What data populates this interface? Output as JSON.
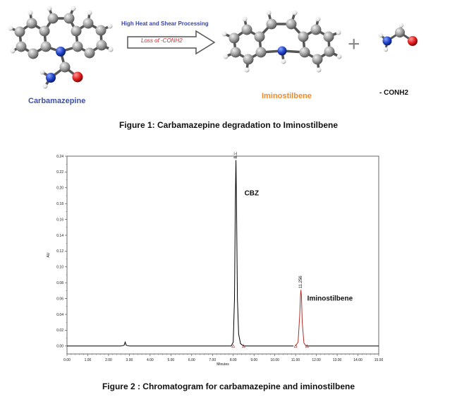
{
  "figure1": {
    "reactant_label": "Carbamazepine",
    "arrow_top_text": "High Heat and Shear Processing",
    "arrow_inner_text": "Loss of -CONH2",
    "product_label": "Iminostilbene",
    "plus_sign": "+",
    "fragment_label": "- CONH2",
    "caption": "Figure 1: Carbamazepine degradation to Iminostilbene"
  },
  "figure2": {
    "caption": "Figure 2 : Chromatogram for carbamazepine and iminostilbene"
  },
  "colors": {
    "carbon": "#9c9c9c",
    "nitrogen": "#1f43c7",
    "oxygen": "#e01e1e",
    "hydrogen": "#eeeeee",
    "reactant_label": "#3f4fa8",
    "product_label": "#f08a2c",
    "arrow_text_blue": "#3a46a6",
    "arrow_text_red": "#d9222a",
    "trace_main": "#000000",
    "trace_imino": "#b0302a"
  },
  "chart_data": {
    "type": "line",
    "xlabel": "Minutes",
    "ylabel": "AU",
    "xlim": [
      0,
      15
    ],
    "ylim": [
      -0.01,
      0.24
    ],
    "x_ticks": [
      "0.00",
      "1.00",
      "2.00",
      "3.00",
      "4.00",
      "5.00",
      "6.00",
      "7.00",
      "8.00",
      "9.00",
      "10.00",
      "11.00",
      "12.00",
      "13.00",
      "14.00",
      "15.00"
    ],
    "y_ticks": [
      "0.00",
      "0.02",
      "0.04",
      "0.06",
      "0.08",
      "0.10",
      "0.12",
      "0.14",
      "0.16",
      "0.18",
      "0.20",
      "0.22",
      "0.24"
    ],
    "grid": false,
    "series": [
      {
        "name": "CBZ",
        "retention_time_label": "8.130",
        "peak_x": 8.13,
        "peak_y": 0.235,
        "x": [
          0.0,
          2.6,
          2.75,
          2.8,
          2.85,
          3.0,
          7.9,
          8.0,
          8.06,
          8.1,
          8.13,
          8.16,
          8.2,
          8.26,
          8.35,
          8.5,
          10.9
        ],
        "y": [
          0.0,
          0.0,
          0.001,
          0.005,
          0.001,
          0.0,
          0.0,
          0.005,
          0.06,
          0.18,
          0.235,
          0.17,
          0.06,
          0.015,
          0.003,
          0.0,
          0.0
        ]
      },
      {
        "name": "Iminostilbene",
        "retention_time_label": "11.256",
        "peak_x": 11.256,
        "peak_y": 0.071,
        "x": [
          11.0,
          11.12,
          11.2,
          11.24,
          11.256,
          11.28,
          11.32,
          11.4,
          11.5
        ],
        "y": [
          0.0,
          0.005,
          0.04,
          0.066,
          0.071,
          0.064,
          0.03,
          0.004,
          0.0
        ]
      },
      {
        "name": "baseline",
        "x": [
          11.5,
          15.0
        ],
        "y": [
          0.0,
          0.0
        ]
      }
    ],
    "integration_markers_x": [
      8.0,
      8.5,
      11.0,
      11.55
    ]
  }
}
